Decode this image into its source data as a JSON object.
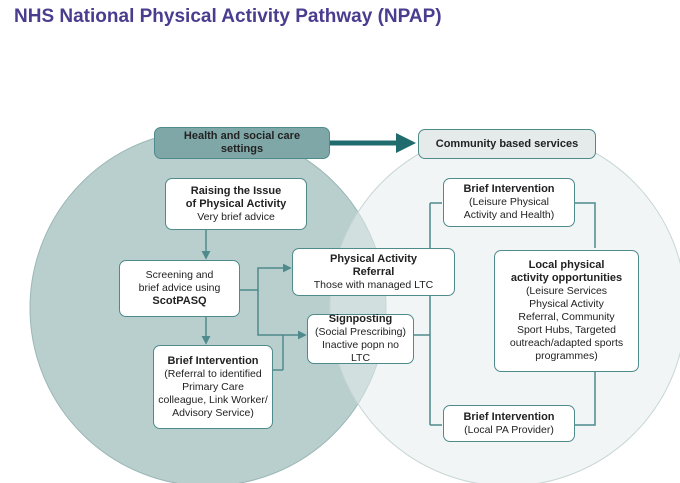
{
  "title": "NHS National Physical Activity Pathway (NPAP)",
  "colors": {
    "title": "#4a3d8f",
    "left_circle": "#b9cfce",
    "right_circle": "#e5ecec",
    "stroke": "#4f8a8c",
    "arrow": "#1f6b6d"
  },
  "boxes": {
    "health_settings": {
      "line1": "Health and social care",
      "line2": "settings"
    },
    "community_services": {
      "label": "Community based services"
    },
    "raising": {
      "line1": "Raising the Issue",
      "line2": "of Physical Activity",
      "sub": "Very brief advice"
    },
    "screening": {
      "line1": "Screening and",
      "line2": "brief advice using",
      "bold": "ScotPASQ"
    },
    "brief_primary": {
      "title": "Brief Intervention",
      "line1": "(Referral to identified",
      "line2": "Primary Care",
      "line3": "colleague, Link Worker/",
      "line4": "Advisory Service)"
    },
    "pa_referral": {
      "line1": "Physical Activity",
      "line2": "Referral",
      "sub": "Those with managed LTC"
    },
    "signposting": {
      "title": "Signposting",
      "line1": "(Social Prescribing)",
      "line2": "Inactive popn no LTC"
    },
    "brief_leisure": {
      "title": "Brief Intervention",
      "line1": "(Leisure Physical",
      "line2": "Activity and Health)"
    },
    "local_pa": {
      "line1": "Local physical",
      "line2": "activity opportunities",
      "l1": "(Leisure Services",
      "l2": "Physical Activity",
      "l3": "Referral, Community",
      "l4": "Sport Hubs, Targeted",
      "l5": "outreach/adapted sports",
      "l6": "programmes)"
    },
    "brief_local": {
      "title": "Brief Intervention",
      "line1": "(Local PA Provider)"
    }
  }
}
